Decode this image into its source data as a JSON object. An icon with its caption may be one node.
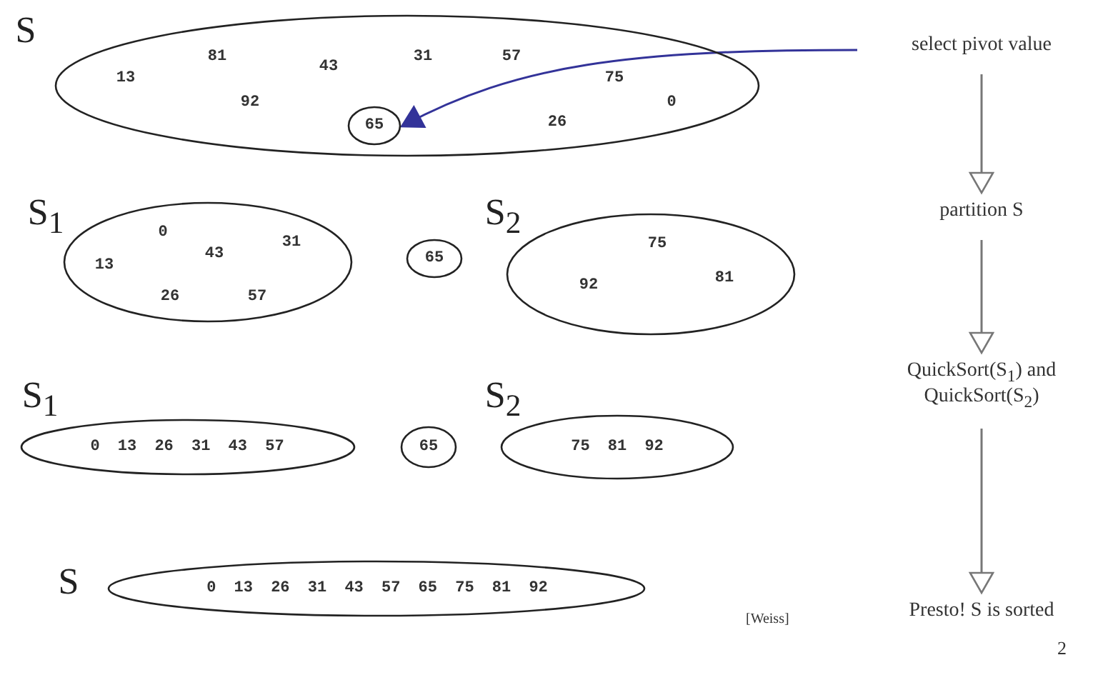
{
  "diagram": {
    "nodes": [
      {
        "text": [
          "S",
          "13",
          "81",
          "92",
          "43",
          "31",
          "57",
          "75",
          "26",
          "0"
        ]
      },
      {
        "text": [
          "65"
        ],
        "in": 0
      },
      {
        "text": [
          "select pivot value"
        ]
      },
      {
        "text": [
          "partition S"
        ]
      },
      {
        "text": [
          "S$_{1}$",
          "0",
          "13",
          "43",
          "31",
          "26",
          "57"
        ]
      },
      {
        "text": [
          "65"
        ]
      },
      {
        "text": [
          "S$_{2}$",
          "75",
          "92",
          "81"
        ]
      },
      {
        "text": [
          "QuickSort(S$_{1}$) and QuickSort(S$_{2}$)"
        ]
      },
      {
        "text": [
          "S$_{1}$",
          "0 13 26 31 43 57"
        ]
      },
      {
        "text": [
          "65"
        ]
      },
      {
        "text": [
          "S$_{2}$",
          "75 81 92"
        ]
      },
      {
        "text": [
          "S",
          "0 13 26 31 43 57 65 75 81 92"
        ]
      },
      {
        "text": [
          "Presto!  S is sorted"
        ]
      }
    ],
    "edges": [
      {
        "from": 2,
        "to": 1,
        "arrow": "to",
        "color": "#333399"
      },
      {
        "from": 2,
        "to": 3,
        "arrow": "to"
      },
      {
        "from": 3,
        "to": 7,
        "arrow": "to"
      },
      {
        "from": 7,
        "to": 12,
        "arrow": "to"
      }
    ],
    "labels": [
      "[Weiss]",
      "2"
    ]
  }
}
